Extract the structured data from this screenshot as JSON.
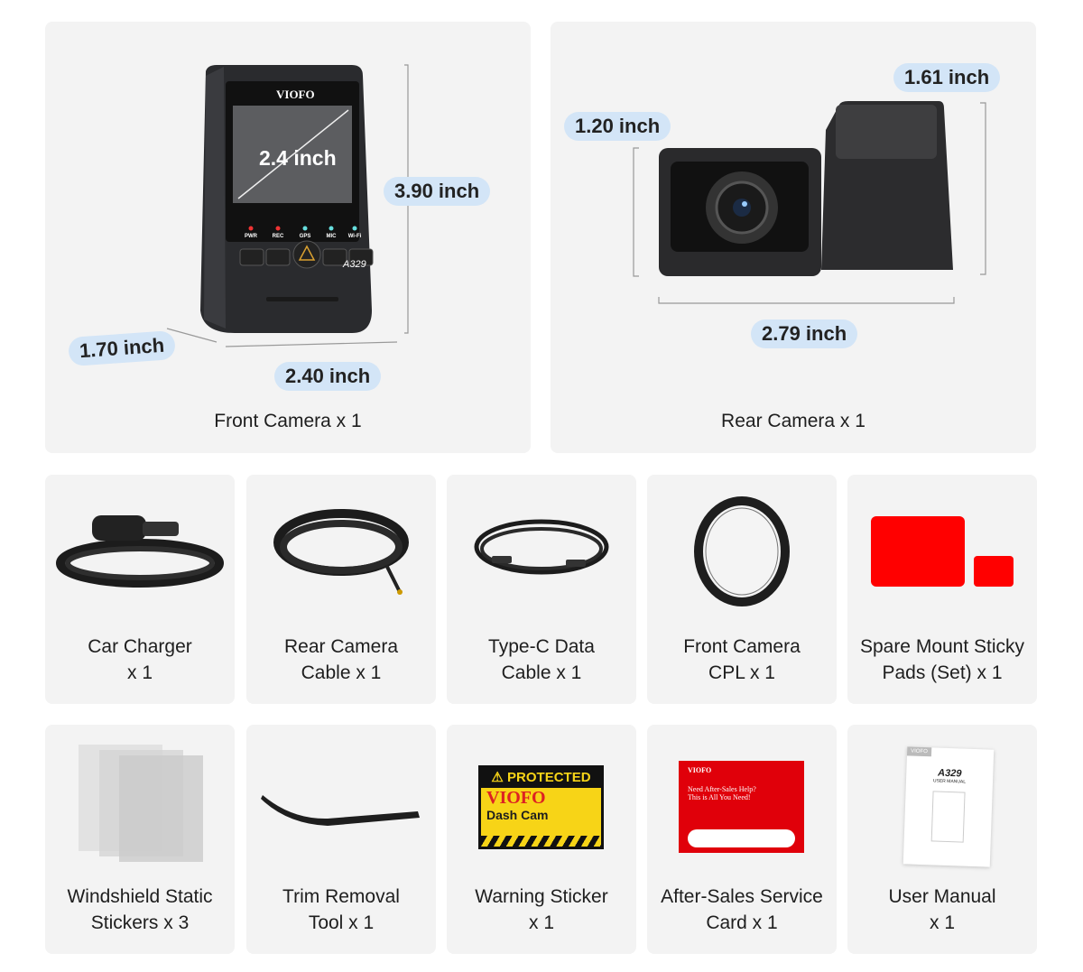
{
  "front_camera": {
    "label": "Front Camera x 1",
    "brand": "VIOFO",
    "model": "A329",
    "screen_size": "2.4 inch",
    "height": "3.90 inch",
    "depth": "1.70 inch",
    "width": "2.40 inch",
    "indicators": [
      "PWR",
      "REC",
      "GPS",
      "MIC",
      "Wi-Fi"
    ]
  },
  "rear_camera": {
    "label": "Rear Camera x 1",
    "height_front": "1.20 inch",
    "height_mount": "1.61 inch",
    "width": "2.79 inch"
  },
  "items": [
    {
      "label": "Car Charger\nx 1",
      "icon": "car-charger"
    },
    {
      "label": "Rear Camera\nCable x 1",
      "icon": "cable-coil"
    },
    {
      "label": "Type-C Data\nCable x 1",
      "icon": "usb-c-cable"
    },
    {
      "label": "Front Camera\nCPL x 1",
      "icon": "cpl-filter"
    },
    {
      "label": "Spare Mount Sticky\nPads (Set) x 1",
      "icon": "sticky-pads"
    },
    {
      "label": "Windshield Static\nStickers x 3",
      "icon": "static-stickers"
    },
    {
      "label": "Trim Removal\nTool  x 1",
      "icon": "trim-tool"
    },
    {
      "label": "Warning Sticker\nx 1",
      "icon": "warning-sticker"
    },
    {
      "label": "After-Sales Service\nCard x 1",
      "icon": "service-card"
    },
    {
      "label": "User Manual\nx 1",
      "icon": "user-manual"
    }
  ],
  "warning_sticker": {
    "header": "PROTECTED",
    "brand": "VIOFO",
    "sub": "Dash Cam"
  },
  "service_card": {
    "brand": "VIOFO",
    "line1": "Need After-Sales Help?",
    "line2": "This is All You Need!"
  },
  "manual": {
    "brand": "VIOFO",
    "model": "A329",
    "title": "USER MANUAL"
  },
  "colors": {
    "card": "#f3f3f3",
    "pill": "#d3e5f7",
    "red": "#ee0000",
    "yellow": "#f7d417"
  }
}
